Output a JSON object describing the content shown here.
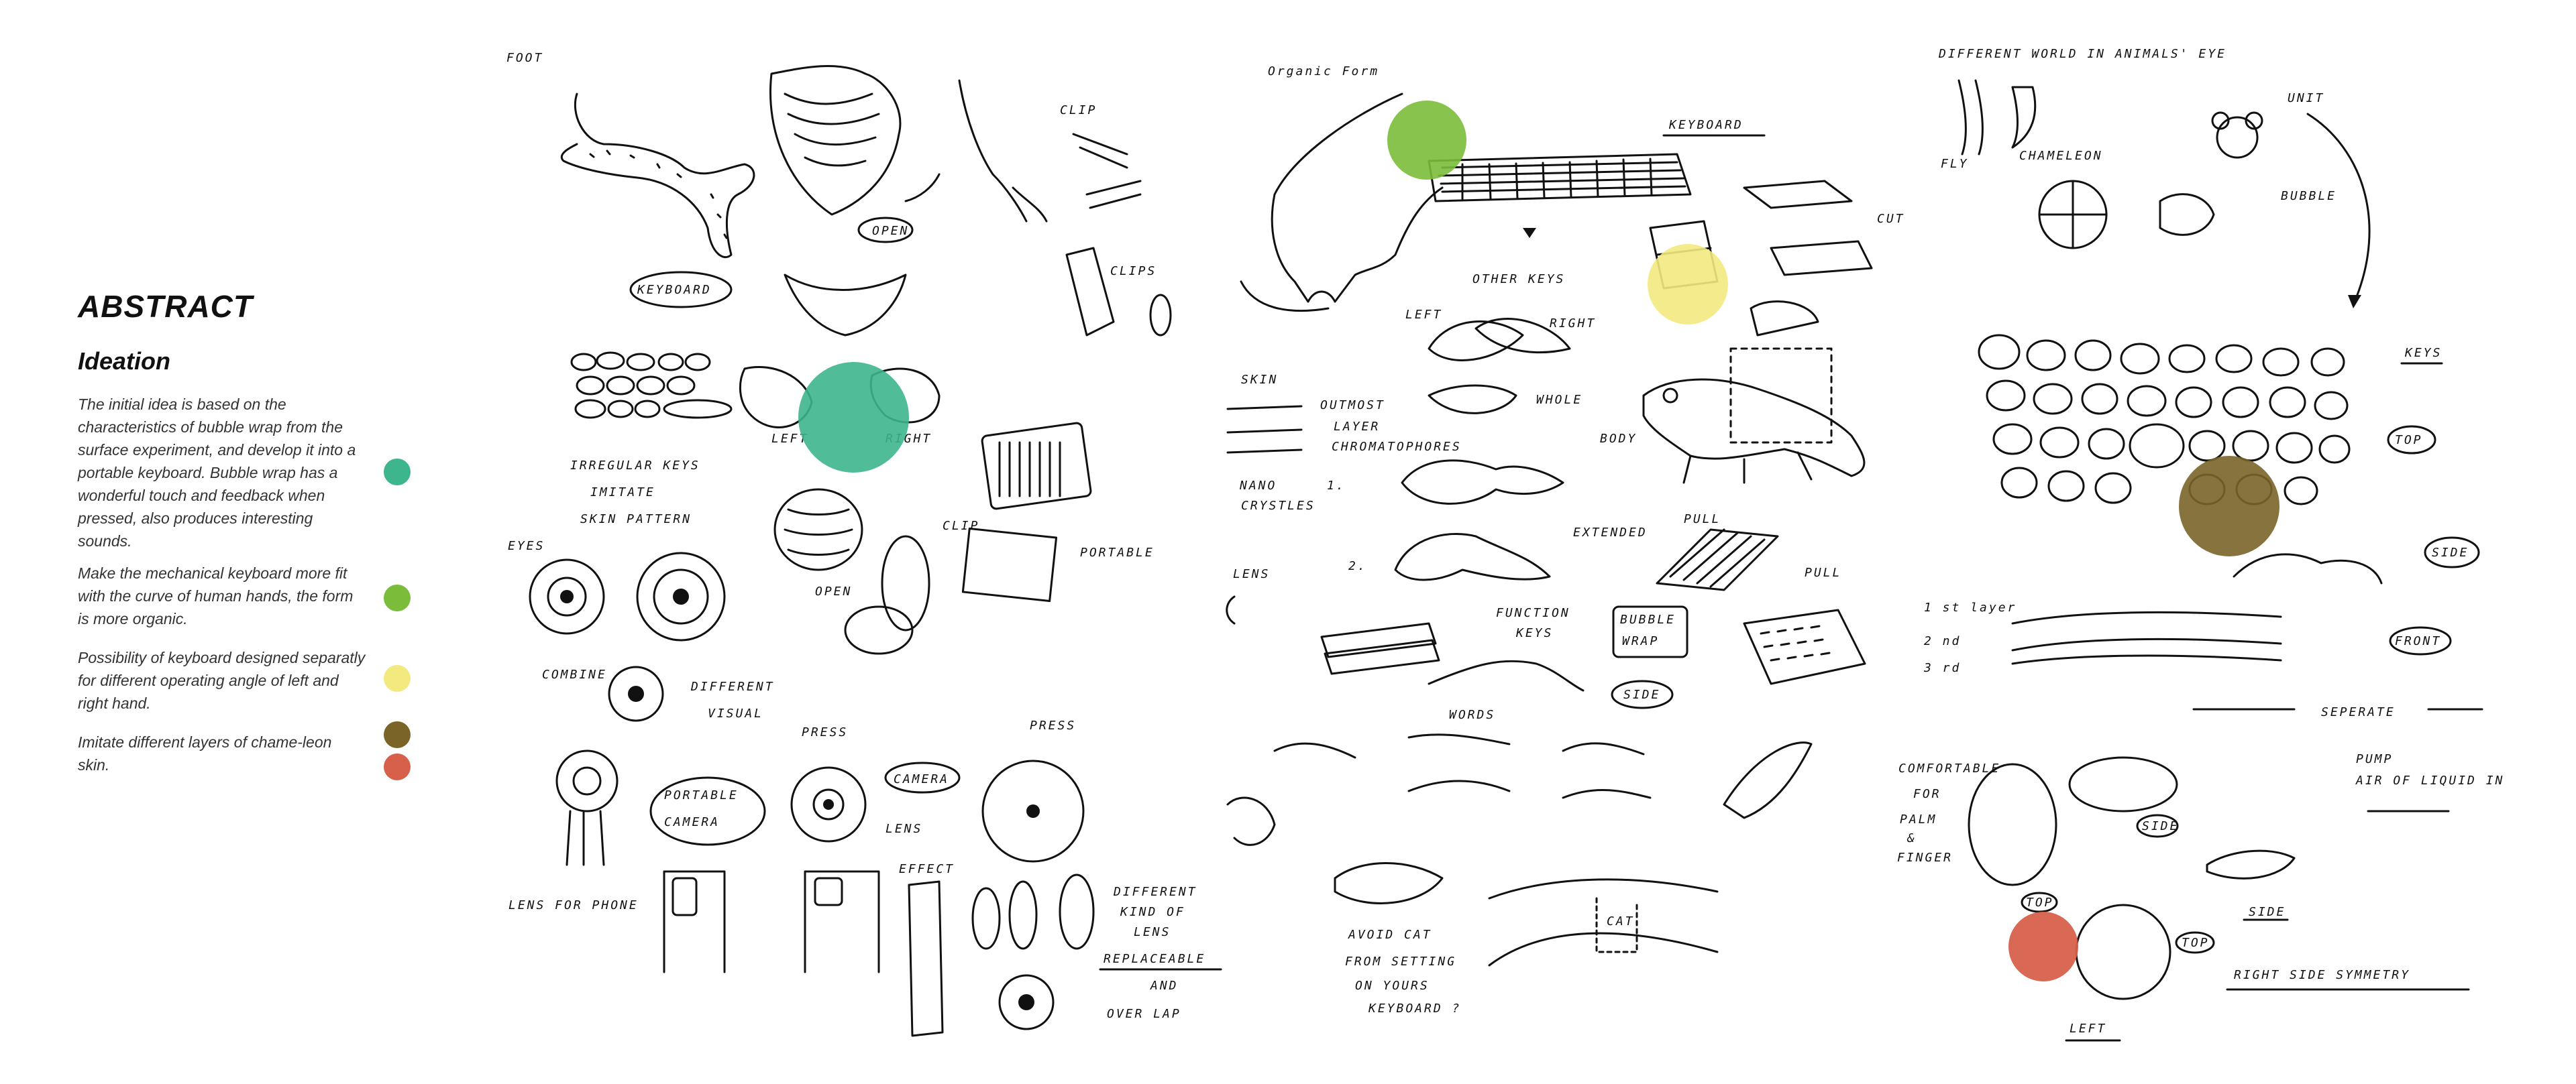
{
  "sidebar": {
    "title": "ABSTRACT",
    "subtitle": "Ideation",
    "notes": [
      {
        "text": "The initial idea is based on the characteristics of bubble wrap from the surface experiment, and develop it into a portable keyboard. Bubble wrap has a wonderful touch and feedback when pressed, also produces interesting sounds.",
        "color": "#3db58d"
      },
      {
        "text": "Make the mechanical keyboard more fit with the curve of human hands, the form is more organic.",
        "color": "#7bbd3a"
      },
      {
        "text": "Possibility of keyboard designed separatly for different operating angle of left and right hand.",
        "color": "#f3ea7f"
      },
      {
        "text": "Imitate different layers of chame-leon skin.",
        "color": "#7a6428"
      }
    ],
    "extra_dot_color": "#d7604b"
  },
  "colors": {
    "green_teal": "#3db58d",
    "green_lime": "#7bbd3a",
    "yellow": "#f3ea7f",
    "olive": "#7a6428",
    "red": "#d7604b"
  },
  "sketch_labels": {
    "foot": "FOOT",
    "keyboard1": "KEYBOARD",
    "clip1": "CLIP",
    "clips": "CLIPS",
    "open1": "OPEN",
    "left1": "LEFT",
    "right1": "RIGHT",
    "irregular1": "IRREGULAR KEYS",
    "irregular2": "IMITATE",
    "irregular3": "SKIN PATTERN",
    "clip2": "CLIP",
    "portable": "PORTABLE",
    "open2": "OPEN",
    "eyes": "EYES",
    "combine": "COMBINE",
    "different_visual1": "DIFFERENT",
    "different_visual2": "VISUAL",
    "press1": "PRESS",
    "press2": "PRESS",
    "portable_camera1": "PORTABLE",
    "portable_camera2": "CAMERA",
    "camera": "CAMERA",
    "lens1": "LENS",
    "effect": "EFFECT",
    "different_lens1": "DIFFERENT",
    "different_lens2": "KIND OF",
    "different_lens3": "LENS",
    "replaceable": "REPLACEABLE",
    "and": "AND",
    "overlap": "OVER LAP",
    "lens_for_phone": "LENS FOR PHONE",
    "organic_form": "Organic Form",
    "keyboard2": "KEYBOARD",
    "cut": "CUT",
    "other_keys": "OTHER KEYS",
    "left2": "LEFT",
    "right2": "RIGHT",
    "skin": "SKIN",
    "outmost1": "OUTMOST",
    "outmost2": "LAYER",
    "chromatophores": "CHROMATOPHORES",
    "nano1": "NANO",
    "nano2": "CRYSTLES",
    "whole": "WHOLE",
    "body": "BODY",
    "extended": "EXTENDED",
    "pull1": "PULL",
    "pull2": "PULL",
    "lens2": "LENS",
    "function_keys1": "FUNCTION",
    "function_keys2": "KEYS",
    "bubble_wrap1": "BUBBLE",
    "bubble_wrap2": "WRAP",
    "side1": "SIDE",
    "words": "WORDS",
    "avoid_cat1": "AVOID CAT",
    "avoid_cat2": "FROM SETTING",
    "avoid_cat3": "ON YOURS",
    "avoid_cat4": "KEYBOARD ?",
    "cat": "CAT",
    "different_world": "DIFFERENT  WORLD IN ANIMALS' EYE",
    "fly": "FLY",
    "chameleon": "CHAMELEON",
    "unit": "UNIT",
    "bubble": "BUBBLE",
    "keys": "KEYS",
    "top1": "TOP",
    "side2": "SIDE",
    "layer1": "1 st layer",
    "layer2": "2 nd",
    "layer3": "3 rd",
    "front": "FRONT",
    "seperate": "SEPERATE",
    "comfortable1": "COMFORTABLE",
    "comfortable2": "FOR",
    "comfortable3": "PALM",
    "comfortable4": "&",
    "comfortable5": "FINGER",
    "side3": "SIDE",
    "pump1": "PUMP",
    "pump2": "AIR OF LIQUID IN",
    "side4": "SIDE",
    "top2": "TOP",
    "top3": "TOP",
    "right_symmetry": "RIGHT SIDE SYMMETRY",
    "left3": "LEFT"
  }
}
